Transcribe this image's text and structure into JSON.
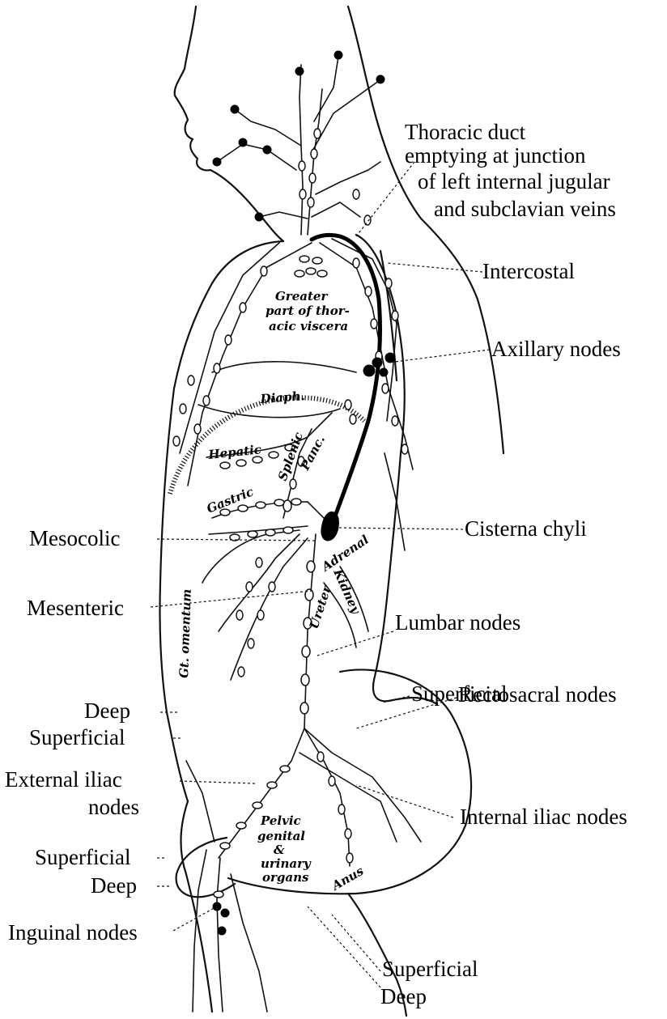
{
  "labels": {
    "thoracic_duct_l1": "Thoracic duct",
    "thoracic_duct_l2": "emptying at junction",
    "thoracic_duct_l3": "of left internal jugular",
    "thoracic_duct_l4": "and subclavian veins",
    "intercostal": "Intercostal",
    "axillary": "Axillary nodes",
    "cisterna": "Cisterna chyli",
    "mesocolic": "Mesocolic",
    "mesenteric": "Mesenteric",
    "lumbar": "Lumbar nodes",
    "superficial_right": "Superficial",
    "deep_left": "Deep",
    "superficial_left": "Superficial",
    "rectosacral": "Rectosacral nodes",
    "external_iliac_l1": "External iliac",
    "external_iliac_l2": "nodes",
    "internal_iliac": "Internal iliac nodes",
    "superficial_inguinal": "Superficial",
    "deep_inguinal": "Deep",
    "inguinal_nodes": "Inguinal nodes",
    "superficial_bottom": "Superficial",
    "deep_bottom": "Deep"
  },
  "organs": {
    "greater_l1": "Greater",
    "greater_l2": "part of thor-",
    "greater_l3": "acic viscera",
    "diaph": "Diaph.",
    "hepatic": "Hepatic",
    "splenic": "Splenic",
    "panc": "Panc.",
    "gastric": "Gastric",
    "adrenal": "Adrenal",
    "kidney": "Kidney",
    "ureter": "Ureter",
    "gt_omentum": "Gt. omentum",
    "pelvic_l1": "Pelvic",
    "pelvic_l2": "genital",
    "pelvic_l3": "&",
    "pelvic_l4": "urinary",
    "pelvic_l5": "organs",
    "anus": "Anus"
  }
}
